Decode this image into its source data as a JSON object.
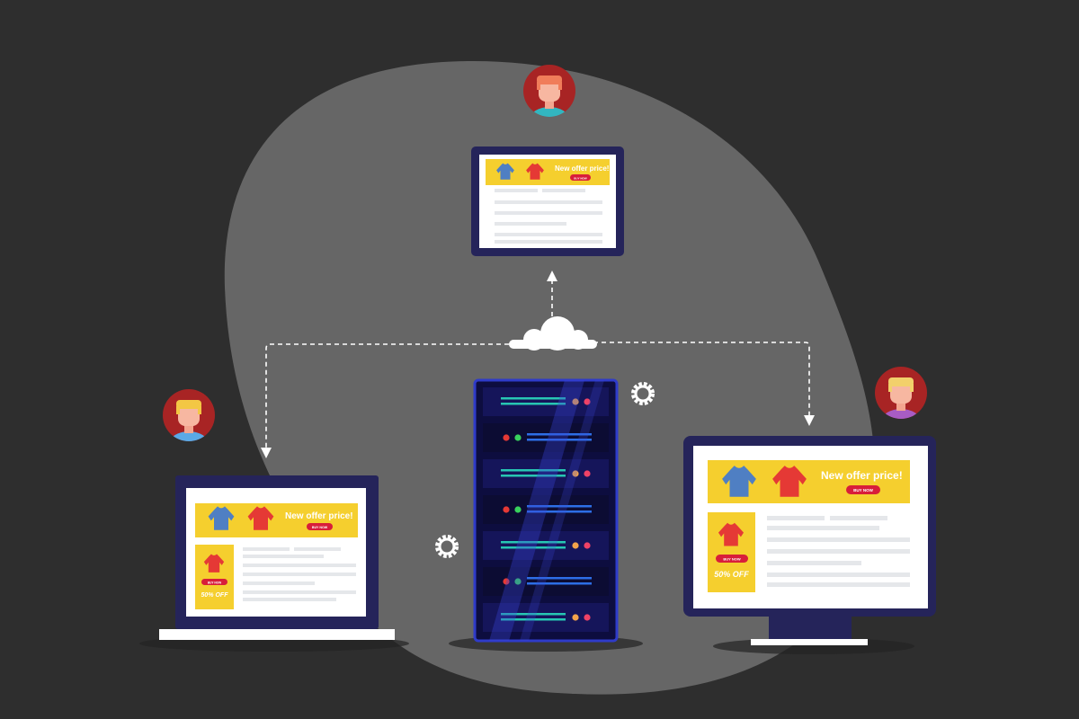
{
  "colors": {
    "background": "#2e2e2e",
    "blob": "#666666",
    "device_frame": "#25245a",
    "banner": "#f5cf2e",
    "button": "#d81e3a",
    "server_body": "#0d0d3f",
    "server_edge": "#2f3bc9",
    "text_line": "#e5e7ea",
    "shirt_blue": "#4f7fc3",
    "shirt_red": "#e53935",
    "avatar_bg": "#a82424"
  },
  "tablet": {
    "headline": "New offer price!",
    "button": "BUY NOW"
  },
  "laptop": {
    "headline": "New offer price!",
    "button": "BUY NOW",
    "promo_button": "BUY NOW",
    "discount": "50% OFF"
  },
  "desktop": {
    "headline": "New offer price!",
    "button": "BUY NOW",
    "promo_button": "BUY NOW",
    "discount": "50% OFF"
  },
  "icons": {
    "cloud": "cloud-icon",
    "gear": "gear-icon",
    "avatar": "user-avatar-icon",
    "server": "server-rack-icon"
  }
}
